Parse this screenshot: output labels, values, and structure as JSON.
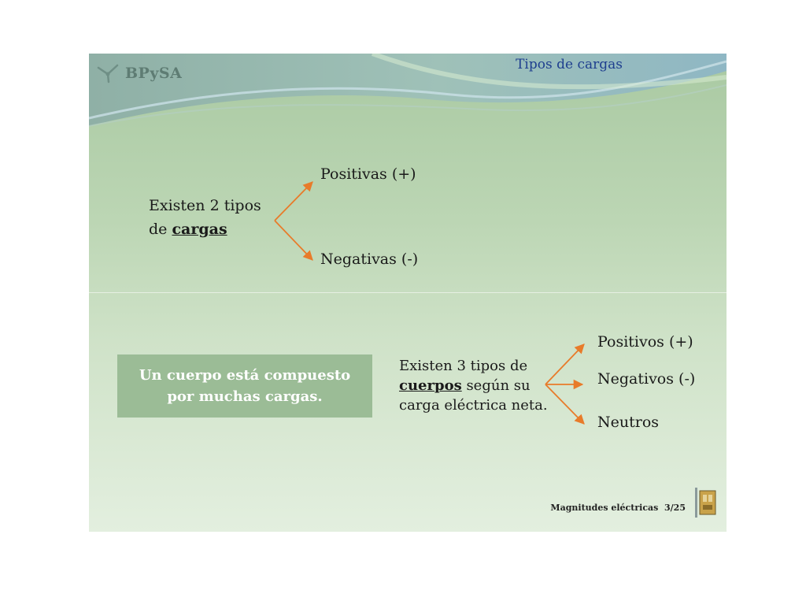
{
  "header": {
    "logo_text": "BPySA",
    "slide_title": "Tipos de cargas"
  },
  "top_section": {
    "intro_line1": "Existen 2 tipos",
    "intro_line2_prefix": "de ",
    "intro_line2_emph": "cargas",
    "branch_1": "Positivas (+)",
    "branch_2": "Negativas (-)"
  },
  "bottom_section": {
    "callout_line1": "Un cuerpo está compuesto",
    "callout_line2": "por muchas cargas.",
    "intro_line1": "Existen 3 tipos de",
    "intro_line2_emph": "cuerpos",
    "intro_line2_suffix": " según su",
    "intro_line3": "carga eléctrica neta.",
    "branch_1": "Positivos (+)",
    "branch_2": "Negativos (-)",
    "branch_3": "Neutros"
  },
  "footer": {
    "label": "Magnitudes eléctricas",
    "page": "3/25"
  },
  "colors": {
    "arrow": "#e87b2a",
    "title": "#1f3f8f",
    "callout_bg": "#9bbc96"
  }
}
